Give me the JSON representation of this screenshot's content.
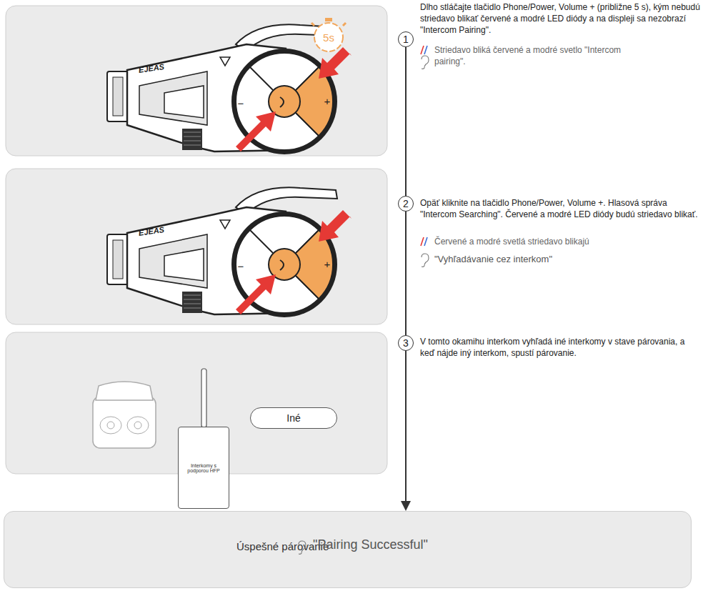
{
  "diagram": {
    "nodes": [
      {
        "text": [
          "1"
        ]
      },
      {
        "text": [
          "2"
        ]
      },
      {
        "text": [
          "3"
        ]
      },
      {
        "text": [
          "Interkomy s podporou HFP"
        ]
      },
      {
        "text": [
          "Iné"
        ]
      },
      {
        "text": [
          "Úspešné párovanie",
          "\"Pairing Successful\""
        ]
      }
    ],
    "edges": [
      {
        "from": 0,
        "to": 1,
        "arrow": "none"
      },
      {
        "from": 1,
        "to": 2,
        "arrow": "none"
      },
      {
        "from": 2,
        "to": 5,
        "arrow": "to"
      }
    ],
    "labels": [
      "Dlho stláčajte tlačidlo Phone/Power, Volume + (približne 5 s), kým nebudú striedavo blikať červené a modré LED diódy a na displeji sa nezobrazí \"Intercom Pairing\".",
      "Striedavo bliká červené a modré svetlo \"Intercom pairing\".",
      "Opäť kliknite na tlačidlo Phone/Power, Volume +. Hlasová správa \"Intercom Searching\". Červené a modré LED diódy budú striedavo blikať.",
      "Červené a modré svetlá striedavo blikajú",
      "\"Vyhľadávanie cez interkom\"",
      "V tomto okamihu interkom vyhľadá iné interkomy v stave párovania, a keď nájde iný interkom, spustí párovanie.",
      "5s",
      "EJEAS",
      "−",
      "+",
      "EJEAS",
      "−",
      "+"
    ]
  }
}
